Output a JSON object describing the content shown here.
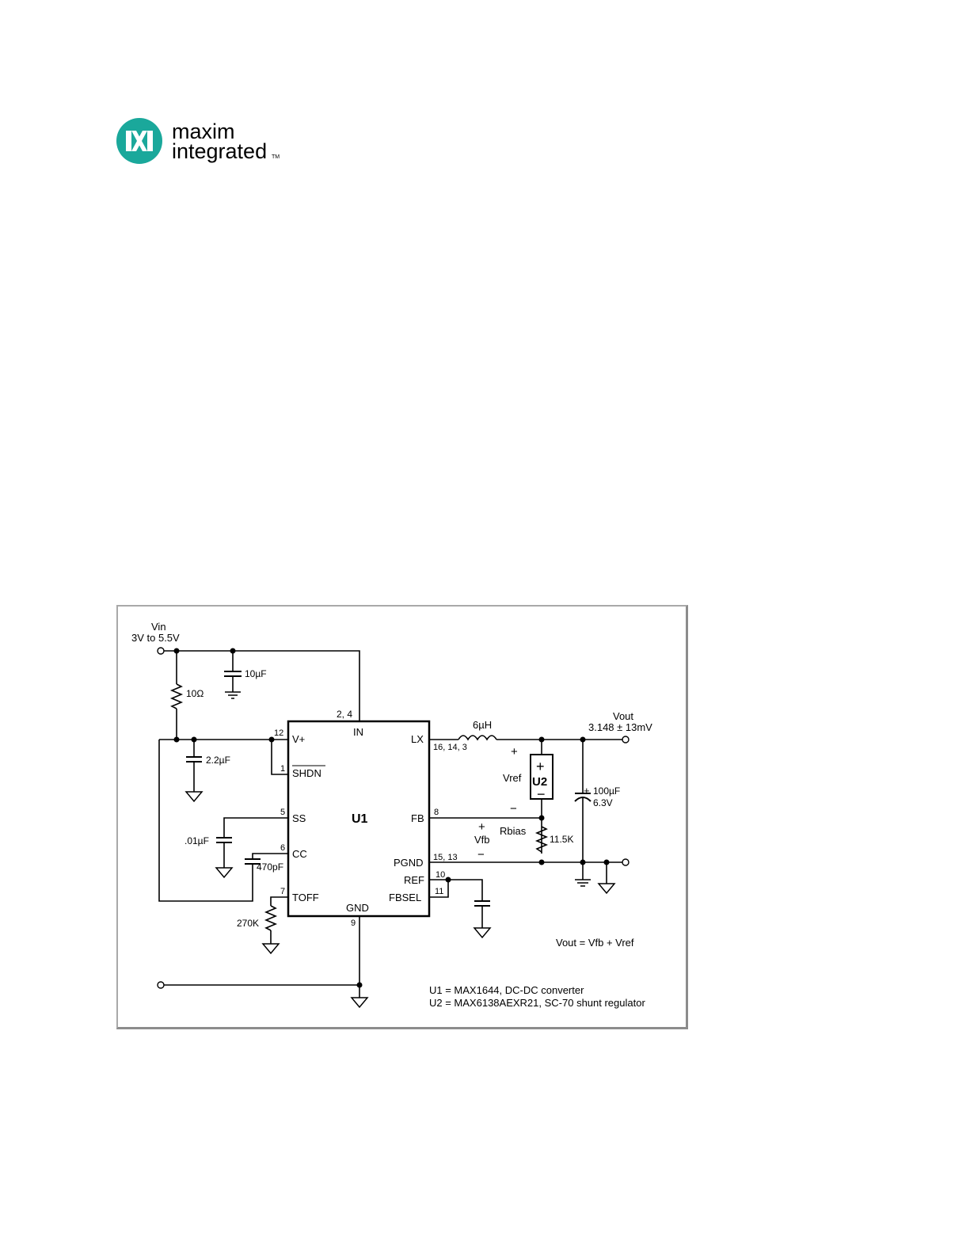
{
  "logo": {
    "line1": "maxim",
    "line2": "integrated",
    "tm": "TM",
    "brand_color": "#1aa89b"
  },
  "schematic": {
    "input": {
      "name": "Vin",
      "range": "3V to 5.5V"
    },
    "output": {
      "name": "Vout",
      "value": "3.148 ± 13mV"
    },
    "components": {
      "c_in": "10µF",
      "r_in": "10Ω",
      "c_vplus": "2.2µF",
      "c_ss": ".01µF",
      "c_cc": "470pF",
      "r_toff": "270K",
      "inductor": "6µH",
      "c_out_value": "100µF",
      "c_out_voltage": "6.3V",
      "c_out_polarity": "+",
      "r_bias_name": "Rbias",
      "r_bias_value": "11.5K"
    },
    "u1": {
      "name": "U1",
      "pins": {
        "in": "IN",
        "vplus": "V+",
        "shdn": "SHDN",
        "ss": "SS",
        "cc": "CC",
        "toff": "TOFF",
        "lx": "LX",
        "fb": "FB",
        "pgnd": "PGND",
        "ref": "REF",
        "fbsel": "FBSEL",
        "gnd": "GND"
      },
      "pin_numbers": {
        "in": "2, 4",
        "vplus": "12",
        "shdn": "1",
        "ss": "5",
        "cc": "6",
        "toff": "7",
        "lx": "16, 14, 3",
        "fb": "8",
        "pgnd": "15, 13",
        "ref": "10",
        "fbsel": "11",
        "gnd": "9"
      }
    },
    "u2": {
      "name": "U2",
      "plus": "+",
      "minus": "−"
    },
    "labels": {
      "vref": "Vref",
      "vref_plus": "+",
      "vref_minus": "−",
      "vfb": "Vfb",
      "vfb_plus": "+",
      "vfb_minus": "−"
    },
    "equation": "Vout = Vfb + Vref",
    "notes": [
      "U1 = MAX1644, DC-DC converter",
      "U2 = MAX6138AEXR21, SC-70 shunt regulator"
    ]
  }
}
